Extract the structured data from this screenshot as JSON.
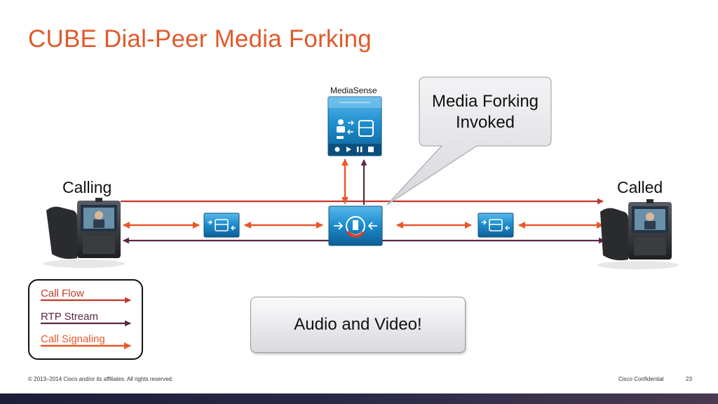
{
  "slide": {
    "title": "CUBE Dial-Peer Media Forking",
    "footer_copyright": "© 2013–2014  Cisco and/or its affiliates. All rights reserved.",
    "footer_confidential": "Cisco Confidential",
    "page_number": "23"
  },
  "diagram": {
    "calling_label": "Calling",
    "called_label": "Called",
    "mediasense_label": "MediaSense",
    "callout_text": "Media Forking Invoked",
    "audio_video_text": "Audio and Video!",
    "nodes": [
      "ip-phone",
      "cube-router",
      "media-forking-router",
      "cube-router",
      "ip-phone",
      "mediasense-server"
    ]
  },
  "legend": {
    "items": [
      {
        "label": "Call Flow",
        "color": "#c0392b"
      },
      {
        "label": "RTP Stream",
        "color": "#5a2745"
      },
      {
        "label": "Call Signaling",
        "color": "#e8572a"
      }
    ]
  },
  "colors": {
    "title": "#e05a2b",
    "call_flow": "#c0392b",
    "rtp_stream": "#5a2745",
    "call_signaling": "#e8572a",
    "device_blue": "#1a8fcf"
  }
}
